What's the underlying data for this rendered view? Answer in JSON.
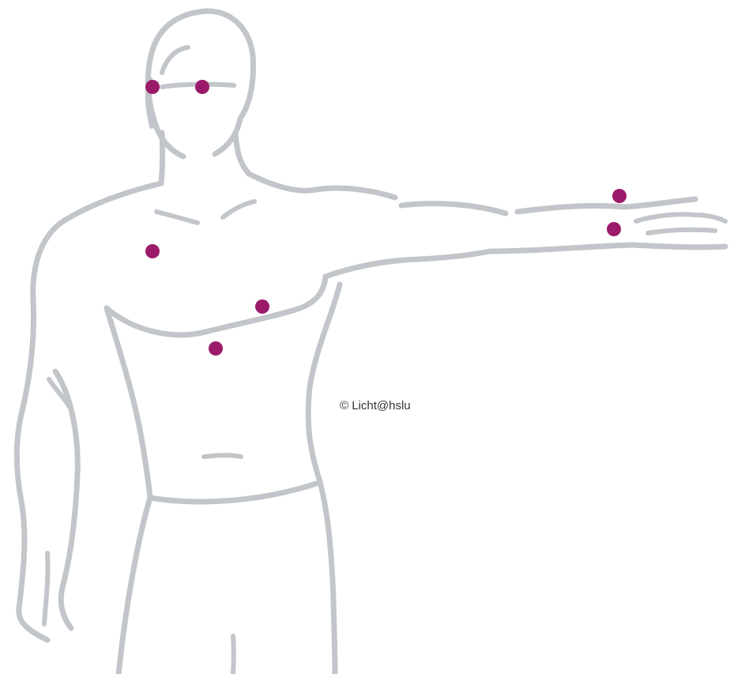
{
  "copyright": "© Licht@hslu",
  "colors": {
    "outline": "#c2c6ca",
    "marker": "#9b1b6a",
    "background": "#ffffff"
  },
  "markers": [
    {
      "id": "head-left"
    },
    {
      "id": "head-center"
    },
    {
      "id": "chest-upper-left"
    },
    {
      "id": "chest-lower-right"
    },
    {
      "id": "sternum-lower"
    },
    {
      "id": "wrist-upper"
    },
    {
      "id": "wrist-lower"
    }
  ]
}
